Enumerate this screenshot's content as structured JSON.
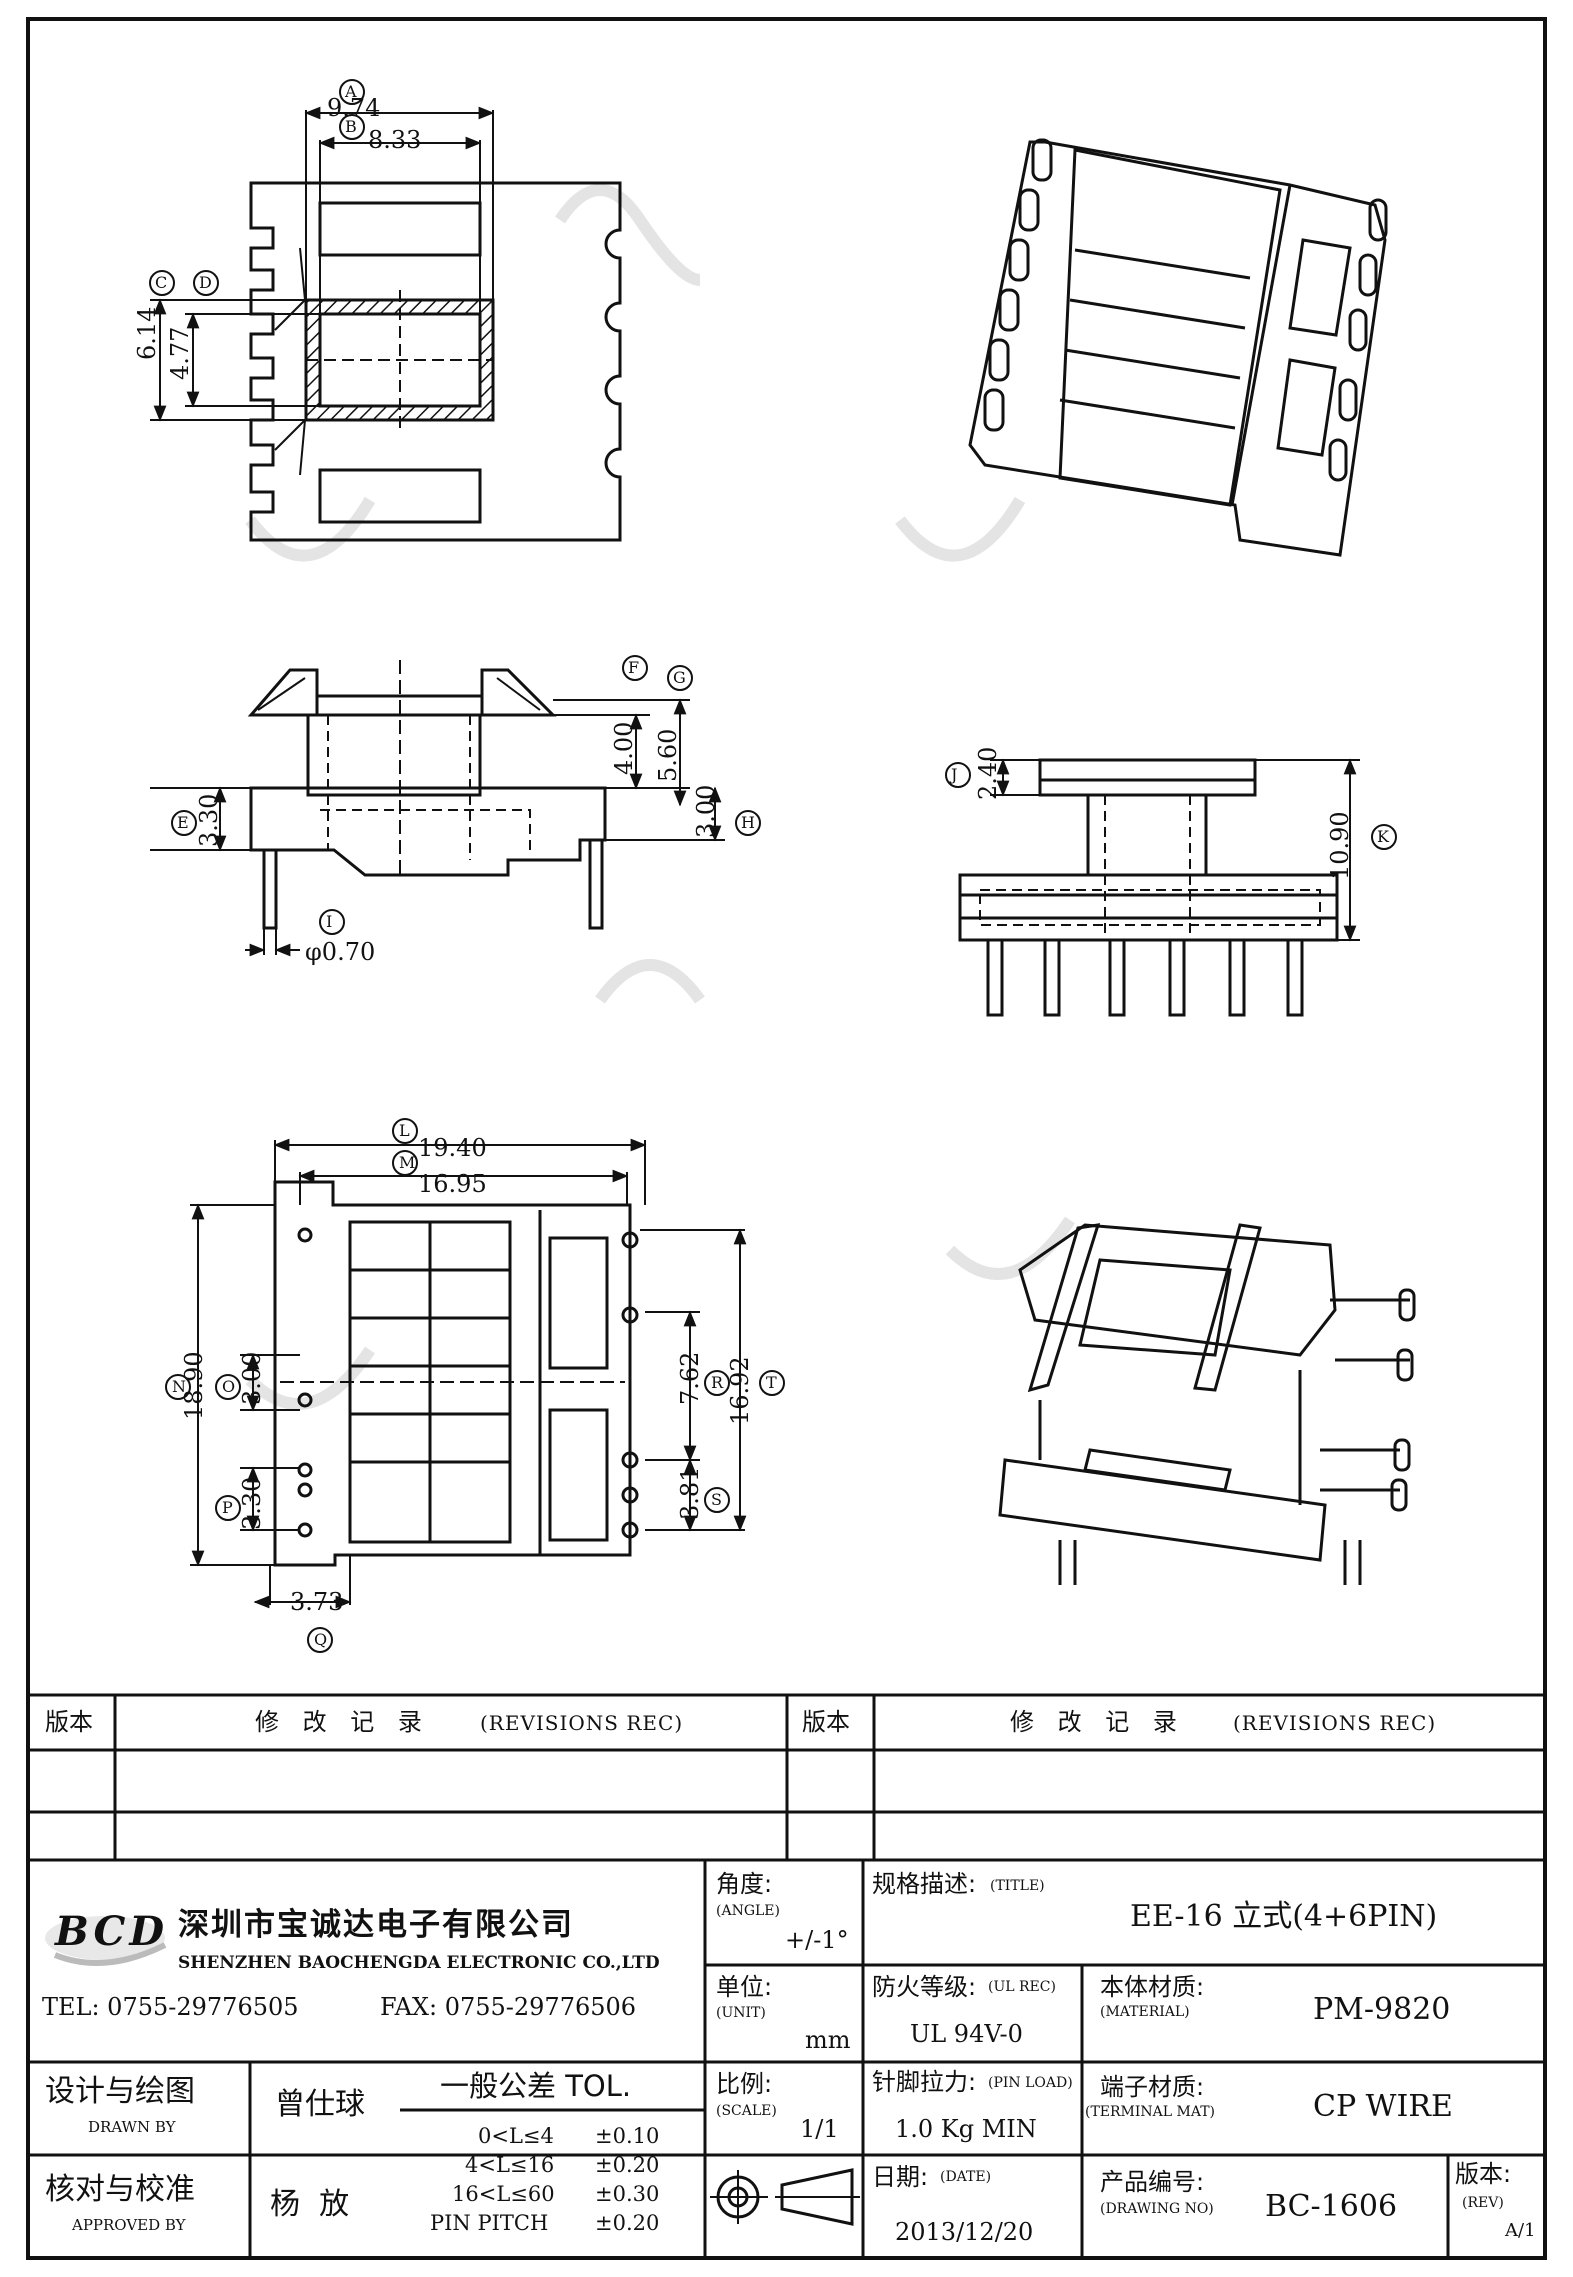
{
  "dims": {
    "A": {
      "letter": "A",
      "value": "9.74"
    },
    "B": {
      "letter": "B",
      "value": "8.33"
    },
    "C": {
      "letter": "C",
      "value": "6.14"
    },
    "D": {
      "letter": "D",
      "value": "4.77"
    },
    "E": {
      "letter": "E",
      "value": "3.30"
    },
    "F": {
      "letter": "F",
      "value": "4.00"
    },
    "G": {
      "letter": "G",
      "value": "5.60"
    },
    "H": {
      "letter": "H",
      "value": "3.00"
    },
    "I": {
      "letter": "I",
      "value": "φ0.70"
    },
    "J": {
      "letter": "J",
      "value": "2.40"
    },
    "K": {
      "letter": "K",
      "value": "10.90"
    },
    "L": {
      "letter": "L",
      "value": "19.40"
    },
    "M": {
      "letter": "M",
      "value": "16.95"
    },
    "N": {
      "letter": "N",
      "value": "18.90"
    },
    "O": {
      "letter": "O",
      "value": "3.00"
    },
    "P": {
      "letter": "P",
      "value": "3.30"
    },
    "Q": {
      "letter": "Q",
      "value": "3.73"
    },
    "R": {
      "letter": "R",
      "value": "7.62"
    },
    "S": {
      "letter": "S",
      "value": "3.81"
    },
    "T": {
      "letter": "T",
      "value": "16.92"
    }
  },
  "revisions": {
    "ver_label": "版本",
    "rec_label": "修 改 记 录",
    "rec_label_en": "(REVISIONS REC)"
  },
  "company": {
    "logo_text": "BCD",
    "name_cn": "深圳市宝诚达电子有限公司",
    "name_en": "SHENZHEN BAOCHENGDA ELECTRONIC CO.,LTD",
    "tel": "TEL: 0755-29776505",
    "fax": "FAX: 0755-29776506"
  },
  "title_block": {
    "angle_label": "角度:",
    "angle_en": "(ANGLE)",
    "angle_value": "+/-1°",
    "title_label": "规格描述:",
    "title_en": "(TITLE)",
    "title_value": "EE-16 立式(4+6PIN)",
    "unit_label": "单位:",
    "unit_en": "(UNIT)",
    "unit_value": "mm",
    "ul_label": "防火等级:",
    "ul_en": "(UL REC)",
    "ul_value": "UL 94V-0",
    "material_label": "本体材质:",
    "material_en": "(MATERIAL)",
    "material_value": "PM-9820",
    "scale_label": "比例:",
    "scale_en": "(SCALE)",
    "scale_value": "1/1",
    "pin_load_label": "针脚拉力:",
    "pin_load_en": "(PIN LOAD)",
    "pin_load_value": "1.0 Kg MIN",
    "terminal_label": "端子材质:",
    "terminal_en": "(TERMINAL MAT)",
    "terminal_value": "CP WIRE",
    "date_label": "日期:",
    "date_en": "(DATE)",
    "date_value": "2013/12/20",
    "drawing_label": "产品编号:",
    "drawing_en": "(DRAWING NO)",
    "drawing_value": "BC-1606",
    "rev_label": "版本:",
    "rev_en": "(REV)",
    "rev_value": "A/1",
    "drawn_label": "设计与绘图",
    "drawn_en": "DRAWN BY",
    "drawn_name": "曾仕球",
    "approved_label": "核对与校准",
    "approved_en": "APPROVED BY",
    "approved_name": "杨  放",
    "tol_title": "一般公差  TOL.",
    "tol_rows": [
      {
        "range": "0<L≤4",
        "value": "±0.10"
      },
      {
        "range": "4<L≤16",
        "value": "±0.20"
      },
      {
        "range": "16<L≤60",
        "value": "±0.30"
      },
      {
        "range": "PIN PITCH",
        "value": "±0.20"
      }
    ]
  }
}
